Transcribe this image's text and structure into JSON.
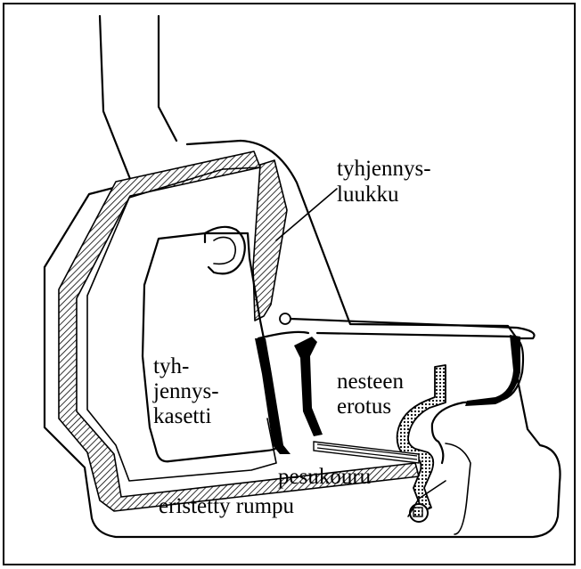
{
  "labels": {
    "drain_hatch_line1": "tyhjennys-",
    "drain_hatch_line2": "luukku",
    "drain_cassette_line1": "tyh-",
    "drain_cassette_line2": "jennys-",
    "drain_cassette_line3": "kasetti",
    "liquid_sep_line1": "nesteen",
    "liquid_sep_line2": "erotus",
    "wash_gutter": "pesukouru",
    "insulated_drum": "eristetty rumpu"
  }
}
